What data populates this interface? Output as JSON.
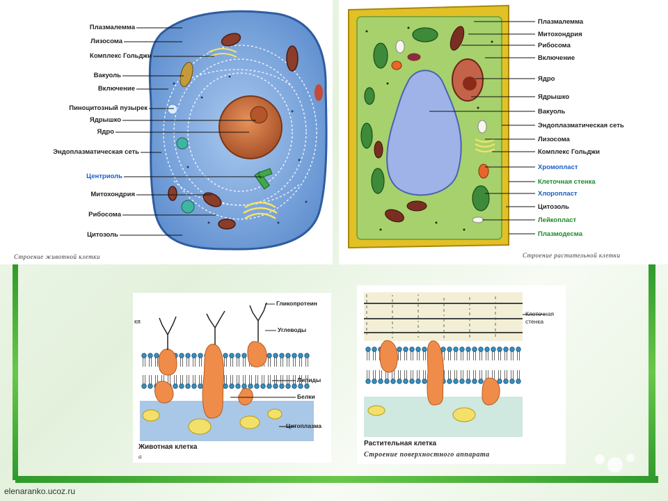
{
  "animal_cell": {
    "labels": [
      "Плазмалемма",
      "Лизосома",
      "Комплекс Гольджи",
      "Вакуоль",
      "Включение",
      "Пиноцитозный пузырек",
      "Ядрышко",
      "Ядро",
      "Эндоплазматическая сеть",
      "Центриоль",
      "Митохондрия",
      "Рибосома",
      "Цитозоль"
    ],
    "caption": "Строение животной клетки",
    "colors": {
      "cytoplasm": "#6f9fd6",
      "nucleus": "#c9703a",
      "label_accent": "#1a5cc8"
    }
  },
  "plant_cell": {
    "labels": [
      "Плазмалемма",
      "Митохондрия",
      "Рибосома",
      "Включение",
      "Ядро",
      "Ядрышко",
      "Вакуоль",
      "Эндоплазматическая сеть",
      "Лизосома",
      "Комплекс Гольджи",
      "Хромопласт",
      "Клеточная стенка",
      "Хлоропласт",
      "Цитозоль",
      "Лейкопласт",
      "Плазмодесма"
    ],
    "caption": "Строение растительной клетки",
    "colors": {
      "cytoplasm": "#a8d36a",
      "wall": "#e3c22a",
      "vacuole": "#9fb3e8",
      "label_accent": "#1d8a2a"
    }
  },
  "membrane_animal": {
    "labels": [
      "Гликопротеин",
      "Углеводы",
      "Липиды",
      "Белки",
      "Цитоплазма"
    ],
    "cut_label": "кя",
    "caption": "Животная клетка",
    "caption_letter": "а"
  },
  "membrane_plant": {
    "wall_label": "Клеточная стенка",
    "caption": "Растительная клетка",
    "subcaption": "Строение поверхностного аппарата"
  },
  "footer": {
    "site": "elenaranko.ucoz.ru"
  }
}
